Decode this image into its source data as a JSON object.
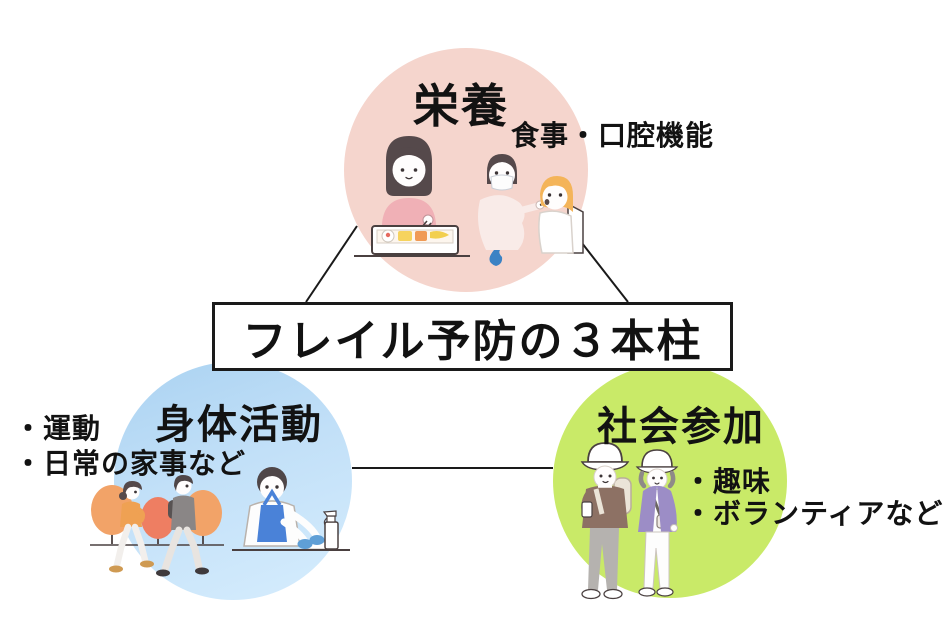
{
  "center_box": {
    "label": "フレイル予防の３本柱"
  },
  "nutrition": {
    "title": "栄養",
    "subtitle": "食事・口腔機能",
    "illustration": "woman-eating-bento-and-dental-care-illustration"
  },
  "physical": {
    "title": "身体活動",
    "bullet1": "・運動",
    "bullet2": "・日常の家事など",
    "illustration": "people-walking-and-table-cleaning-illustration"
  },
  "social": {
    "title": "社会参加",
    "bullet1": "・趣味",
    "bullet2": "・ボランティアなど",
    "illustration": "two-seniors-strolling-illustration"
  },
  "colors": {
    "background": "#ffffff",
    "text": "#121212",
    "box_border": "#1a1a1a",
    "box_background": "#ffffff",
    "connector_line": "#1a1a1a",
    "nutrition_circle": "#f5d5cd",
    "physical_circle_gradient_top": "#aad2f1",
    "physical_circle_gradient_bottom": "#d6edfd",
    "social_circle": "#c9ea68"
  }
}
